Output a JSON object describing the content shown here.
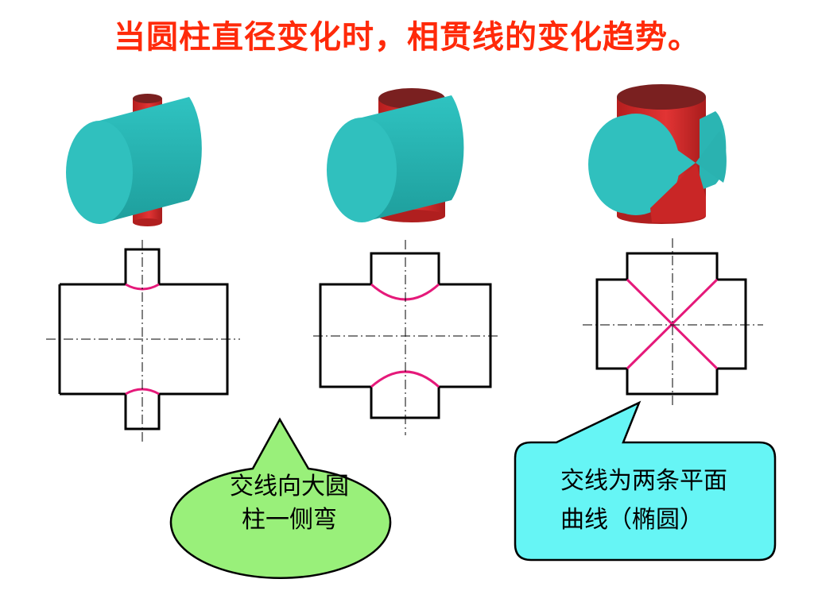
{
  "title": "当圆柱直径变化时，相贯线的变化趋势。",
  "callouts": {
    "left": {
      "line1": "交线向大圆",
      "line2": "柱一侧弯"
    },
    "right": {
      "line1": "交线为两条平面",
      "line2": "曲线（椭圆）"
    }
  },
  "colors": {
    "title": "#FF2A0A",
    "horizontal_cylinder": "#2BB5B3",
    "horizontal_cylinder_end": "#30C0BE",
    "vertical_cylinder": "#D92A2A",
    "vertical_cylinder_top": "#7A2020",
    "intersection_curve": "#E5197A",
    "outline": "#000000",
    "left_callout_fill": "#99F07A",
    "right_callout_fill": "#66F5F5"
  }
}
